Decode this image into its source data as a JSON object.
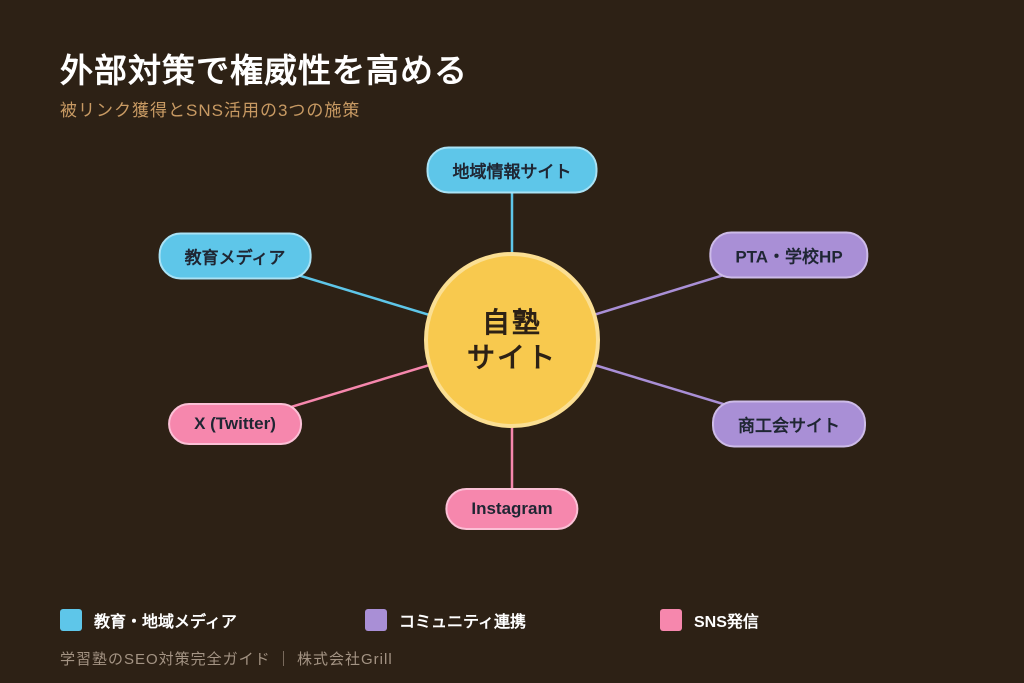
{
  "header": {
    "title": "外部対策で権威性を高める",
    "subtitle": "被リンク獲得とSNS活用の3つの施策"
  },
  "diagram": {
    "center_node": {
      "line1": "自塾",
      "line2": "サイト",
      "color": "#f8c94e"
    },
    "nodes": {
      "top": {
        "label": "地域情報サイト",
        "category": "教育・地域メディア",
        "color": "#5ec6e9"
      },
      "upper_left": {
        "label": "教育メディア",
        "category": "教育・地域メディア",
        "color": "#5ec6e9"
      },
      "upper_right": {
        "label": "PTA・学校HP",
        "category": "コミュニティ連携",
        "color": "#a98fd6"
      },
      "lower_left": {
        "label": "X (Twitter)",
        "category": "SNS発信",
        "color": "#f687ad"
      },
      "lower_right": {
        "label": "商工会サイト",
        "category": "コミュニティ連携",
        "color": "#a98fd6"
      },
      "bottom": {
        "label": "Instagram",
        "category": "SNS発信",
        "color": "#f687ad"
      }
    }
  },
  "legend": {
    "items": [
      {
        "label": "教育・地域メディア",
        "color": "#5ec6e9"
      },
      {
        "label": "コミュニティ連携",
        "color": "#a98fd6"
      },
      {
        "label": "SNS発信",
        "color": "#f687ad"
      }
    ]
  },
  "footer": {
    "text": "学習塾のSEO対策完全ガイド ｜ 株式会社Grill"
  },
  "colors": {
    "background": "#2d2115",
    "title_text": "#ffffff",
    "subtitle_text": "#c89a63",
    "footer_text": "#a39383",
    "center_fill": "#f8c94e"
  }
}
